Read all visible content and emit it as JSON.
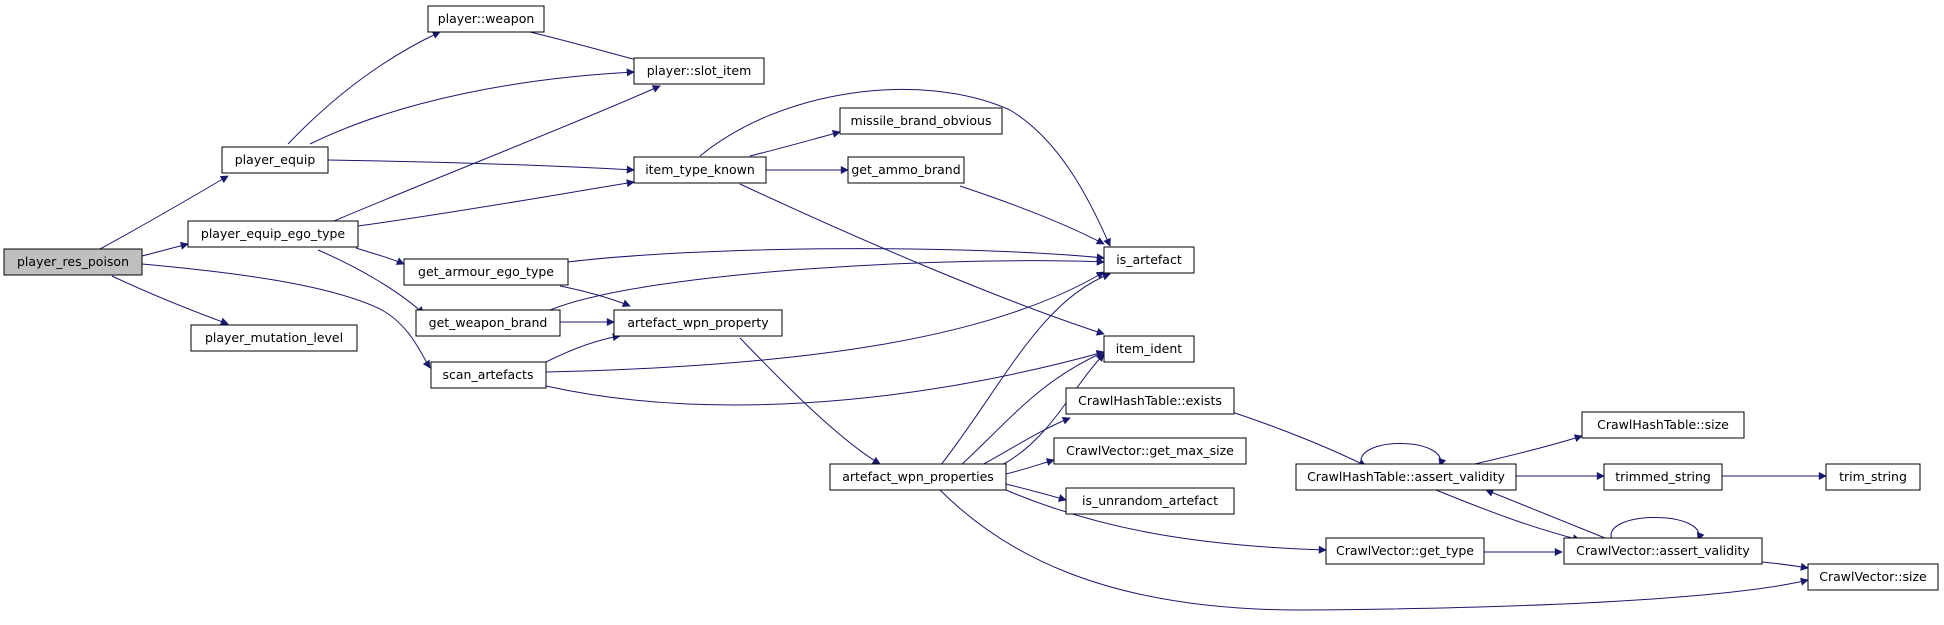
{
  "colors": {
    "edge": "#191970",
    "node_border": "#000000",
    "node_fill": "#ffffff",
    "root_fill": "#bfbfbf"
  },
  "nodes": {
    "player_res_poison": "player_res_poison",
    "player_equip": "player_equip",
    "player_equip_ego_type": "player_equip_ego_type",
    "player_mutation_level": "player_mutation_level",
    "scan_artefacts": "scan_artefacts",
    "player_weapon": "player::weapon",
    "player_slot_item": "player::slot_item",
    "item_type_known": "item_type_known",
    "missile_brand_obvious": "missile_brand_obvious",
    "get_ammo_brand": "get_ammo_brand",
    "get_armour_ego_type": "get_armour_ego_type",
    "get_weapon_brand": "get_weapon_brand",
    "artefact_wpn_property": "artefact_wpn_property",
    "artefact_wpn_properties": "artefact_wpn_properties",
    "is_artefact": "is_artefact",
    "item_ident": "item_ident",
    "crawlhashtable_exists": "CrawlHashTable::exists",
    "crawlvector_get_max_size": "CrawlVector::get_max_size",
    "is_unrandom_artefact": "is_unrandom_artefact",
    "crawlvector_get_type": "CrawlVector::get_type",
    "crawlhashtable_assert_validity": "CrawlHashTable::assert_validity",
    "crawlhashtable_size": "CrawlHashTable::size",
    "trimmed_string": "trimmed_string",
    "trim_string": "trim_string",
    "crawlvector_assert_validity": "CrawlVector::assert_validity",
    "crawlvector_size": "CrawlVector::size"
  }
}
